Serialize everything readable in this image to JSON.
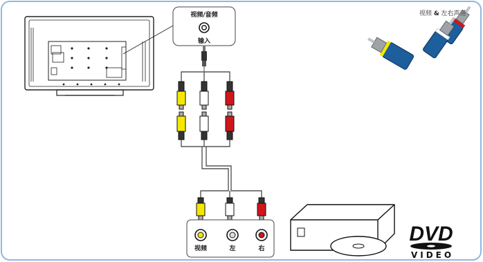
{
  "av_input": {
    "title": "视频/音频",
    "input_label": "输入"
  },
  "legend": {
    "text_prefix": "视频",
    "amp": "&",
    "text_suffix": "左右声道"
  },
  "jacks": {
    "video": "视频",
    "left": "左",
    "right": "右"
  },
  "dvd": {
    "logo_word": "DVD",
    "sub_word": "VIDEO"
  },
  "colors": {
    "frame": "#8fb8e0",
    "video_plug": "#f4e800",
    "left_plug": "#ffffff",
    "right_plug": "#d0161c",
    "cable": "#9a9a9a",
    "rca_blue": "#1d5e9c"
  }
}
